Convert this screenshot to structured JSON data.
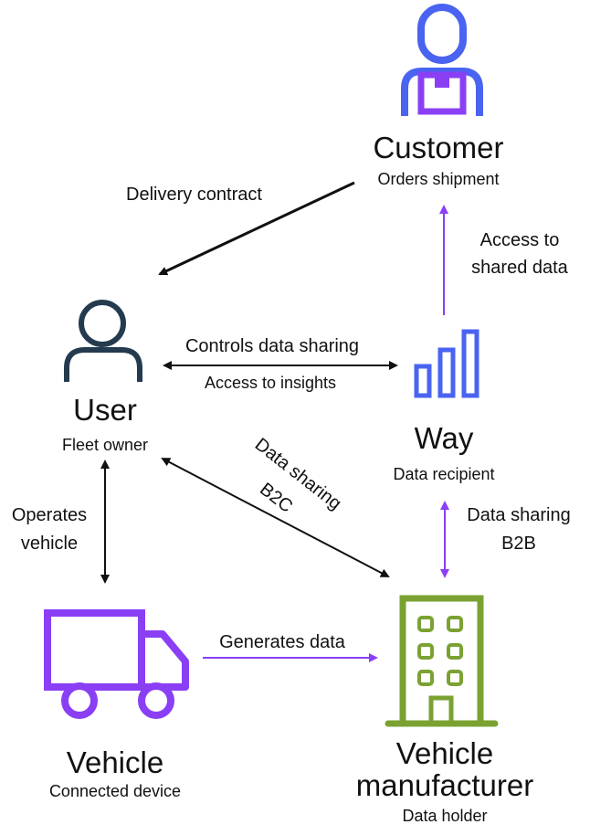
{
  "nodes": {
    "customer": {
      "title": "Customer",
      "subtitle": "Orders shipment",
      "icon": "person-with-package-icon"
    },
    "user": {
      "title": "User",
      "subtitle": "Fleet owner",
      "icon": "person-icon"
    },
    "way": {
      "title": "Way",
      "subtitle": "Data recipient",
      "icon": "bar-chart-icon"
    },
    "vehicle": {
      "title": "Vehicle",
      "subtitle": "Connected device",
      "icon": "truck-icon"
    },
    "manufacturer": {
      "title_line1": "Vehicle",
      "title_line2": "manufacturer",
      "subtitle": "Data holder",
      "icon": "building-icon"
    }
  },
  "edges": {
    "delivery_contract": "Delivery contract",
    "access_shared_line1": "Access to",
    "access_shared_line2": "shared data",
    "controls_sharing": "Controls data sharing",
    "access_insights": "Access to insights",
    "operates_line1": "Operates",
    "operates_line2": "vehicle",
    "b2c_line1": "Data sharing",
    "b2c_line2": "B2C",
    "b2b_line1": "Data sharing",
    "b2b_line2": "B2B",
    "generates_data": "Generates data"
  },
  "colors": {
    "blue": "#4a63f0",
    "purple": "#8a3ff5",
    "navy": "#243a4f",
    "green": "#7aa232",
    "black": "#111111"
  }
}
